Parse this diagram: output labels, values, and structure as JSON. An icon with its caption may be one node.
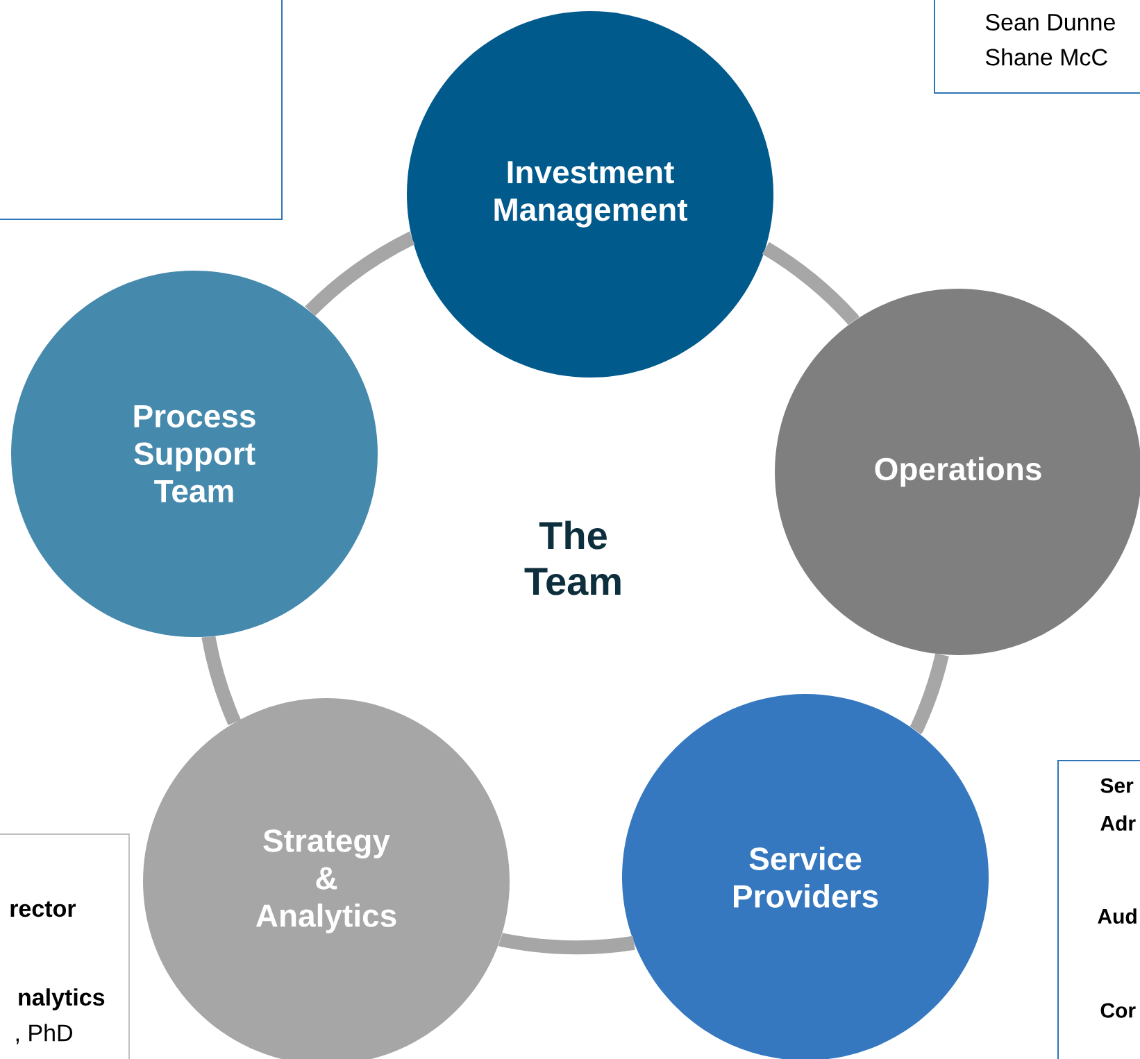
{
  "diagram": {
    "nodes": [
      {
        "text": [
          "Investment Management"
        ]
      },
      {
        "text": [
          "Operations"
        ]
      },
      {
        "text": [
          "Service Providers"
        ]
      },
      {
        "text": [
          "Strategy & Analytics"
        ]
      },
      {
        "text": [
          "Process Support Team"
        ]
      },
      {
        "text": [],
        "shape": "box"
      },
      {
        "text": [
          "Sean Dunne",
          "Shane McC"
        ]
      },
      {
        "text": [
          "rector",
          "nalytics",
          ", PhD"
        ]
      },
      {
        "text": [
          "Ser",
          "Adr",
          "Aud",
          "Cor"
        ]
      }
    ],
    "edges": [
      {
        "from": 0,
        "to": 1,
        "arrow": "none"
      },
      {
        "from": 1,
        "to": 2,
        "arrow": "none"
      },
      {
        "from": 2,
        "to": 3,
        "arrow": "none"
      },
      {
        "from": 3,
        "to": 4,
        "arrow": "none"
      },
      {
        "from": 4,
        "to": 0,
        "arrow": "none"
      }
    ],
    "labels": [
      "The Team"
    ]
  }
}
